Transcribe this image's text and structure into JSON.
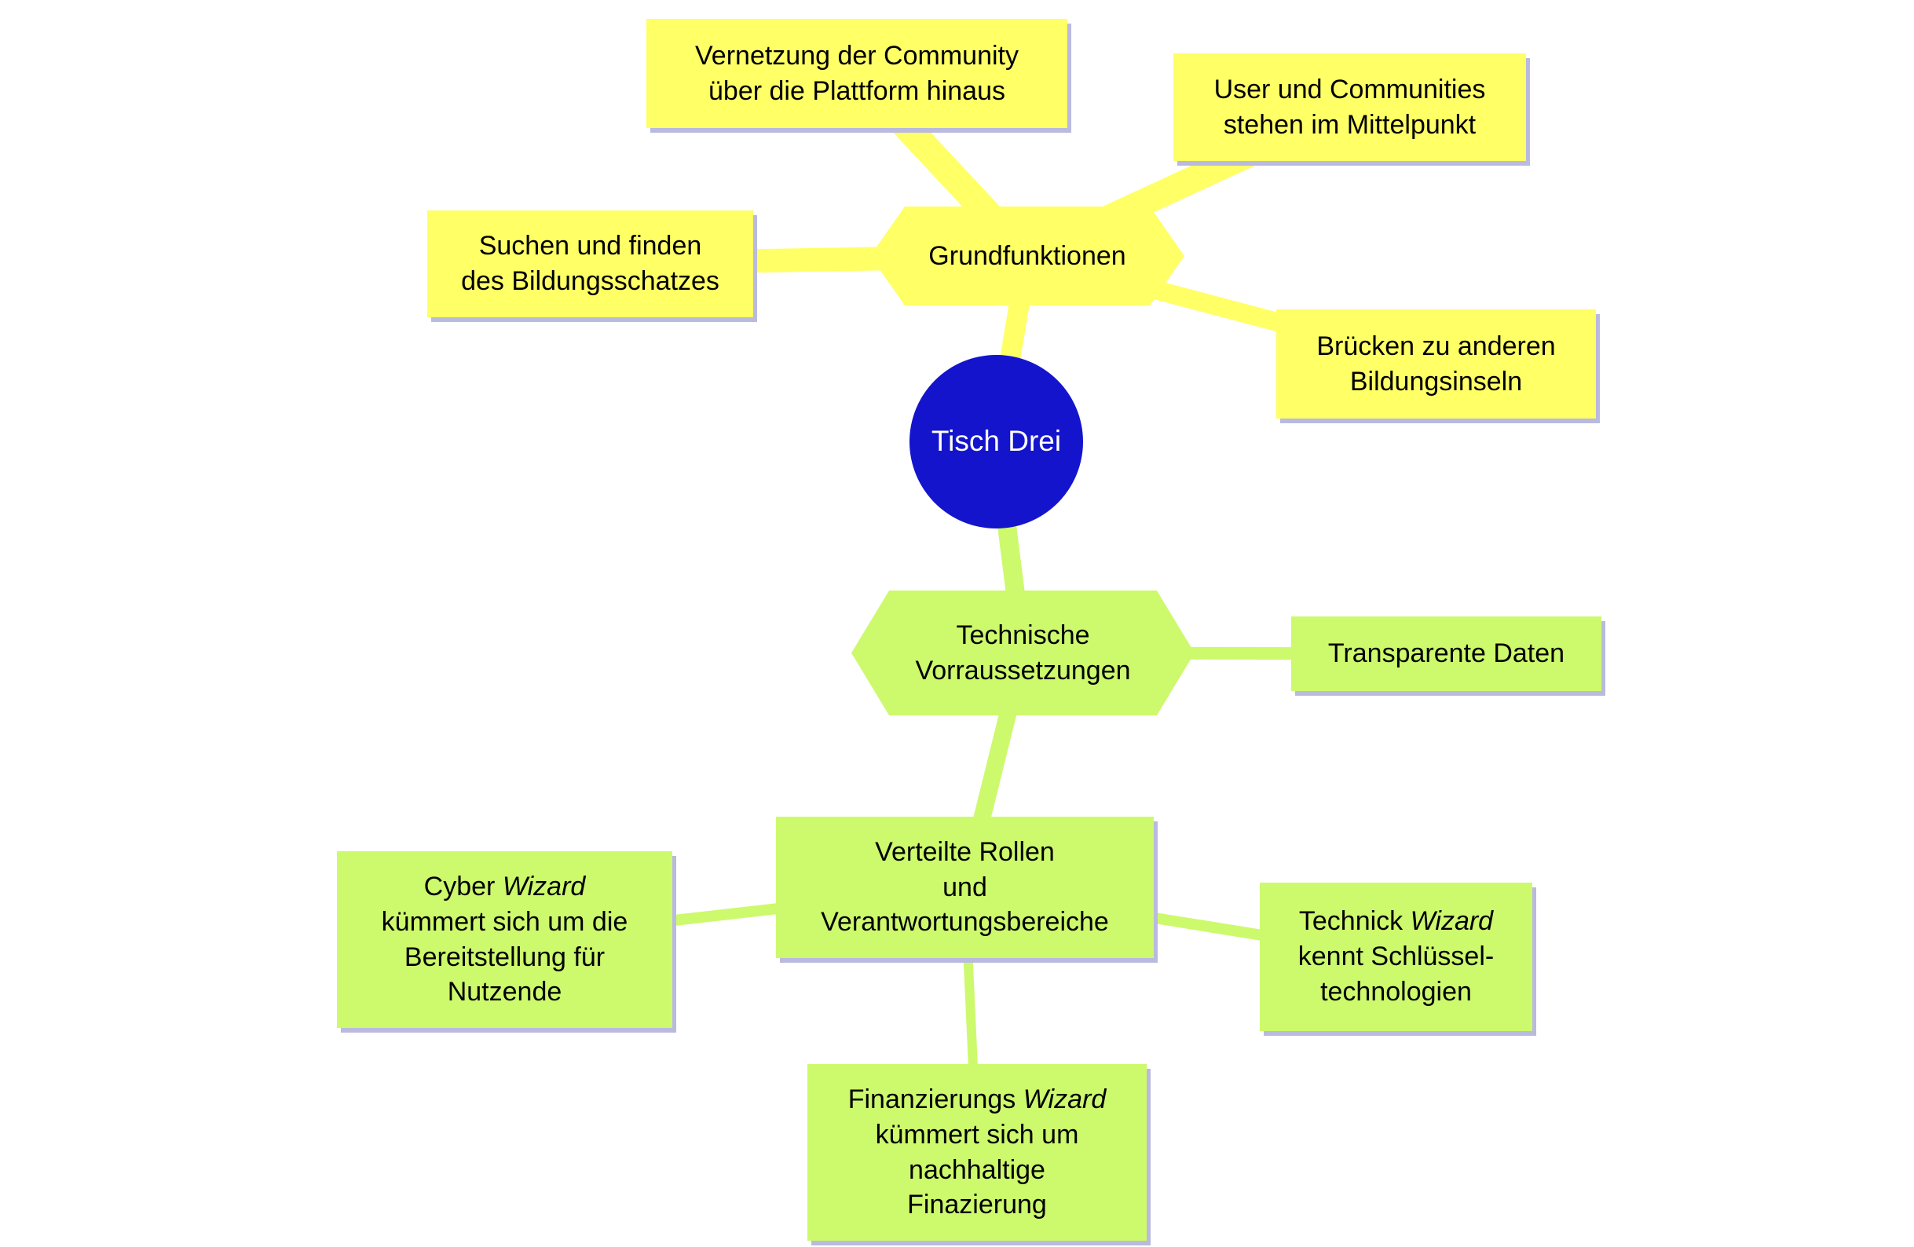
{
  "colors": {
    "yellow": "#FFFF66",
    "green": "#CDF96D",
    "root_blue": "#1414CC",
    "shadow": "#B9BADE",
    "background": "#FFFFFF"
  },
  "nodes": {
    "root": "Tisch Drei",
    "grundfunktionen": "Grundfunktionen",
    "vernetzung": "Vernetzung der Community\nüber die Plattform hinaus",
    "user_communities": "User und Communities\nstehen im Mittelpunkt",
    "suchen": "Suchen und finden\ndes Bildungsschatzes",
    "bruecken": "Brücken zu anderen\nBildungsinseln",
    "technische": "Technische\nVorraussetzungen",
    "transparente": "Transparente Daten",
    "verteilte": "Verteilte Rollen\nund\nVerantwortungsbereiche",
    "cyber": {
      "pre": "Cyber ",
      "em": "Wizard",
      "post": "\nkümmert sich um die\nBereitstellung für\nNutzende"
    },
    "technick": {
      "pre": "Technick ",
      "em": "Wizard",
      "post": "\nkennt Schlüssel-\ntechnologien"
    },
    "finanzierung": {
      "pre": "Finanzierungs ",
      "em": "Wizard",
      "post": "\nkümmert sich um\nnachhaltige\nFinazierung"
    }
  },
  "edges": [
    {
      "from": "grundfunktionen",
      "to": "vernetzung",
      "color": "yellow",
      "width": 35
    },
    {
      "from": "grundfunktionen",
      "to": "user_communities",
      "color": "yellow",
      "width": 34
    },
    {
      "from": "grundfunktionen",
      "to": "suchen",
      "color": "yellow",
      "width": 30
    },
    {
      "from": "grundfunktionen",
      "to": "bruecken",
      "color": "yellow",
      "width": 24
    },
    {
      "from": "grundfunktionen",
      "to": "root",
      "color": "yellow",
      "width": 26
    },
    {
      "from": "root",
      "to": "technische",
      "color": "green",
      "width": 24
    },
    {
      "from": "technische",
      "to": "transparente",
      "color": "green",
      "width": 16
    },
    {
      "from": "technische",
      "to": "verteilte",
      "color": "green",
      "width": 22
    },
    {
      "from": "verteilte",
      "to": "cyber",
      "color": "green",
      "width": 14
    },
    {
      "from": "verteilte",
      "to": "technick",
      "color": "green",
      "width": 14
    },
    {
      "from": "verteilte",
      "to": "finanzierung",
      "color": "green",
      "width": 12
    }
  ]
}
